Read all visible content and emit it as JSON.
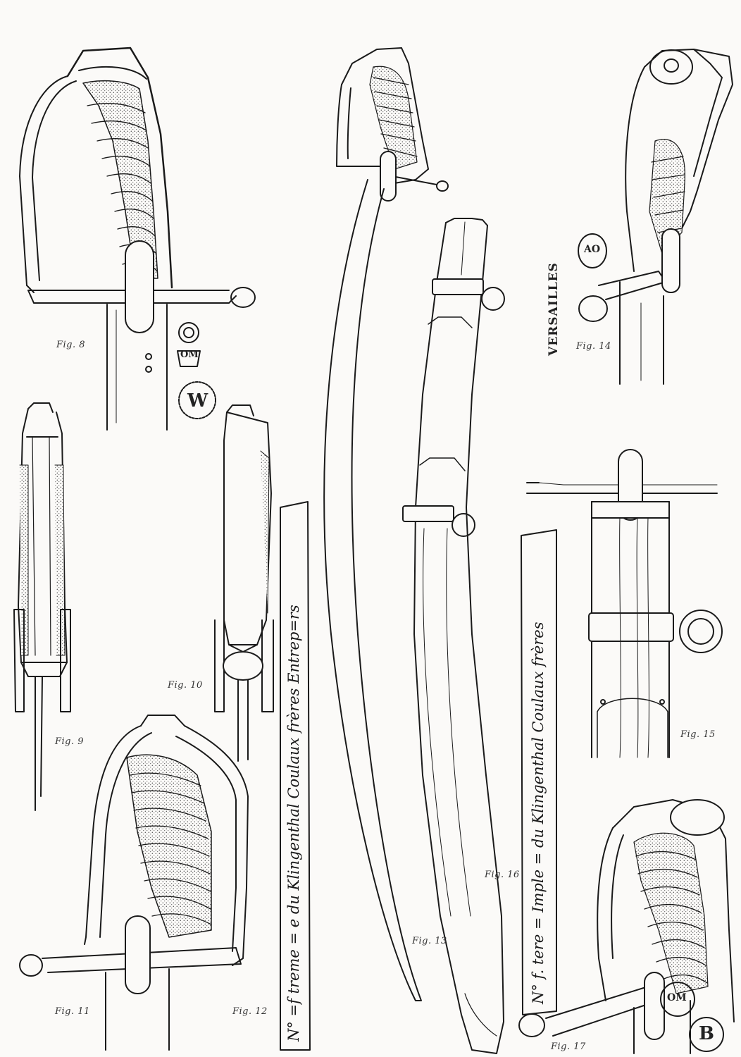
{
  "figures": {
    "fig8": "Fig. 8",
    "fig9": "Fig. 9",
    "fig10": "Fig. 10",
    "fig11": "Fig. 11",
    "fig12": "Fig. 12",
    "fig13": "Fig. 13",
    "fig14": "Fig. 14",
    "fig15": "Fig. 15",
    "fig16": "Fig. 16",
    "fig17": "Fig. 17"
  },
  "inscriptions": {
    "blade_left": "N° =f treme = e du Klingenthal Coulaux frères Entrep=rs",
    "blade_right": "N° f. tere = Imple = du Klingenthal Coulaux frères"
  },
  "stamps": {
    "versailles": "VERSAILLES",
    "ao": "AO",
    "om": "OM",
    "w": "W",
    "b": "B"
  },
  "colors": {
    "ink": "#1a1a1a",
    "paper": "#fbfaf8",
    "stipple": "#555555"
  }
}
